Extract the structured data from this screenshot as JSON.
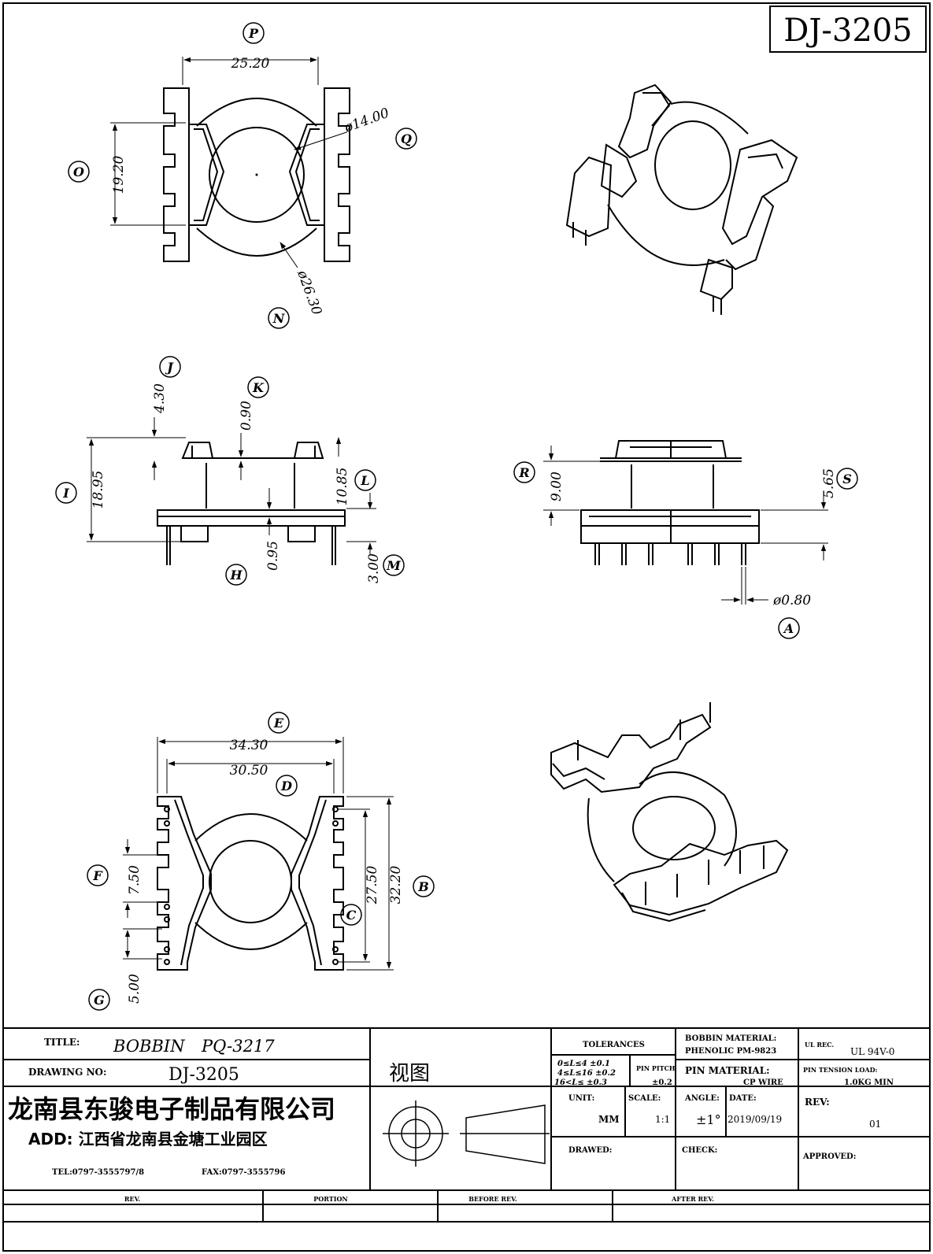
{
  "drawing_code": "DJ-3205",
  "dimensions": {
    "P": "25.20",
    "Q": "ø14.00",
    "O": "19.20",
    "N": "ø26.30",
    "J": "4.30",
    "K": "0.90",
    "I": "18.95",
    "L": "10.85",
    "H": "0.95",
    "M": "3.00",
    "R": "9.00",
    "S": "5.65",
    "A": "ø0.80",
    "E": "34.30",
    "D": "30.50",
    "F": "7.50",
    "B": "32.20",
    "C": "27.50",
    "G": "5.00"
  },
  "labels": [
    "P",
    "Q",
    "O",
    "N",
    "J",
    "K",
    "I",
    "L",
    "H",
    "M",
    "R",
    "S",
    "A",
    "E",
    "D",
    "F",
    "B",
    "C",
    "G"
  ],
  "title_block": {
    "title_label": "TITLE:",
    "title_value_1": "BOBBIN",
    "title_value_2": "PQ-3217",
    "drawing_no_label": "DRAWING NO:",
    "drawing_no_value": "DJ-3205",
    "view_label": "视图",
    "company": "龙南县东骏电子制品有限公司",
    "address": "ADD: 江西省龙南县金塘工业园区",
    "tel": "TEL:0797-3555797/8",
    "fax": "FAX:0797-3555796",
    "tolerances_label": "TOLERANCES",
    "tol_1": "0≤L≤4 ±0.1",
    "tol_2": "4≤L≤16 ±0.2",
    "tol_3": "16<L≤ ±0.3",
    "pin_pitch_label": "PIN PITCH",
    "pin_pitch_value": "±0.2",
    "bobbin_material_label": "BOBBIN MATERIAL:",
    "bobbin_material_value": "PHENOLIC PM-9823",
    "ul_rec_label": "UL REC.",
    "ul_rec_value": "UL 94V-0",
    "pin_material_label": "PIN MATERIAL:",
    "pin_material_value": "CP WIRE",
    "pin_tension_label": "PIN TENSION LOAD:",
    "pin_tension_value": "1.0KG MIN",
    "unit_label": "UNIT:",
    "unit_value": "MM",
    "scale_label": "SCALE:",
    "scale_value": "1:1",
    "angle_label": "ANGLE:",
    "angle_value": "±1°",
    "date_label": "DATE:",
    "date_value": "2019/09/19",
    "rev_label": "REV:",
    "rev_value": "01",
    "drawed_label": "DRAWED:",
    "check_label": "CHECK:",
    "approved_label": "APPROVED:",
    "footer_rev": "REV.",
    "footer_portion": "PORTION",
    "footer_before": "BEFORE REV.",
    "footer_after": "AFTER REV."
  }
}
